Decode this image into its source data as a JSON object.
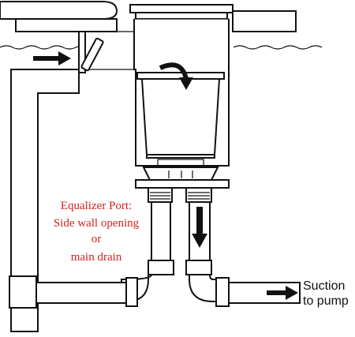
{
  "labels": {
    "equalizer_line1": "Equalizer Port:",
    "equalizer_line2": "Side wall opening",
    "equalizer_line3": "or",
    "equalizer_line4": "main drain",
    "suction_line1": "Suction",
    "suction_line2": "to pump"
  },
  "colors": {
    "line": "#111111",
    "label_red": "#d42020",
    "concrete_speckle": "#333333",
    "background": "#ffffff"
  },
  "icons": {
    "flow_arrow_inlet": "arrow-right-icon",
    "flow_arrow_basket": "curved-arrow-down-icon",
    "flow_arrow_down": "arrow-down-icon",
    "flow_arrow_out": "arrow-right-icon"
  }
}
